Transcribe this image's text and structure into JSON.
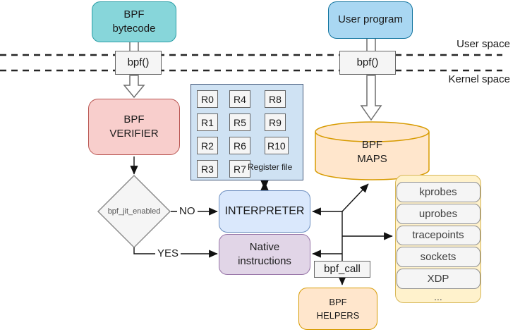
{
  "labels": {
    "user_space": "User space",
    "kernel_space": "Kernel space",
    "no": "NO",
    "yes": "YES"
  },
  "nodes": {
    "bpf_bytecode": "BPF\nbytecode",
    "user_program": "User program",
    "bpf_syscall": "bpf()",
    "bpf_verifier": "BPF\nVERIFIER",
    "bpf_maps": "BPF\nMAPS",
    "jit_decision": "bpf_jit_enabled",
    "interpreter": "INTERPRETER",
    "native_instructions": "Native\ninstructions",
    "bpf_call": "bpf_call",
    "bpf_helpers": "BPF\nHELPERS"
  },
  "register_file": {
    "title": "Register file",
    "registers": [
      "R0",
      "R1",
      "R2",
      "R3",
      "R4",
      "R5",
      "R6",
      "R7",
      "R8",
      "R9",
      "R10"
    ]
  },
  "hooks": {
    "items": [
      "kprobes",
      "uprobes",
      "tracepoints",
      "sockets",
      "XDP"
    ],
    "more": "..."
  },
  "colors": {
    "teal_node": "#87d6da",
    "lightblue_node": "#a9d7f2",
    "red_node": "#f8cecc",
    "blue_panel": "#cfe2f3",
    "interpreter_blue": "#dae8fc",
    "purple_node": "#e1d5e7",
    "orange_node": "#ffe6cc",
    "orange_border": "#d79b00",
    "yellow_panel": "#fff2cc",
    "gray_node": "#f5f5f5"
  }
}
